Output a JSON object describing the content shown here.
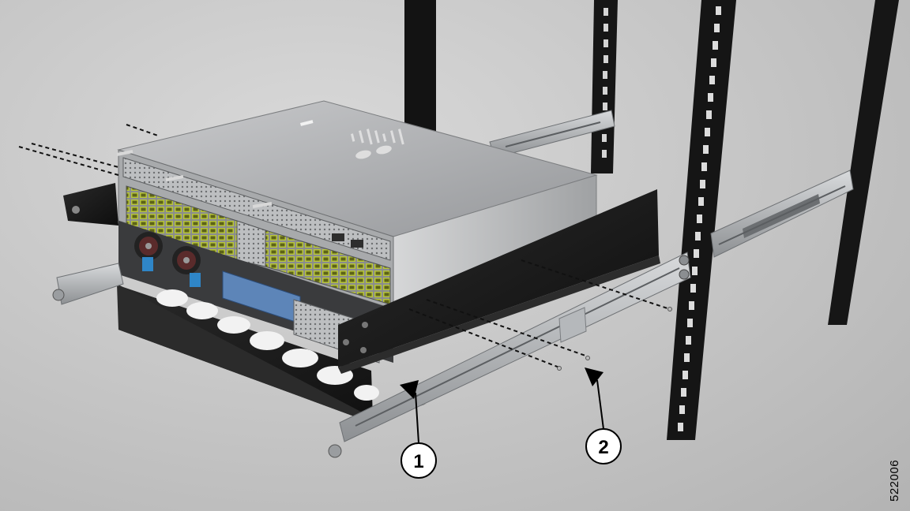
{
  "callouts": [
    {
      "label": "1"
    },
    {
      "label": "2"
    }
  ],
  "figure_id": "522006",
  "colors": {
    "background": "#c8c8c8",
    "rack_post": "#141414",
    "chassis_top": "#a9abae",
    "bracket": "#1b1b1b",
    "port_green": "#b5c23a",
    "latch_blue": "#2f86c8",
    "rail": "#b8bcc0"
  }
}
